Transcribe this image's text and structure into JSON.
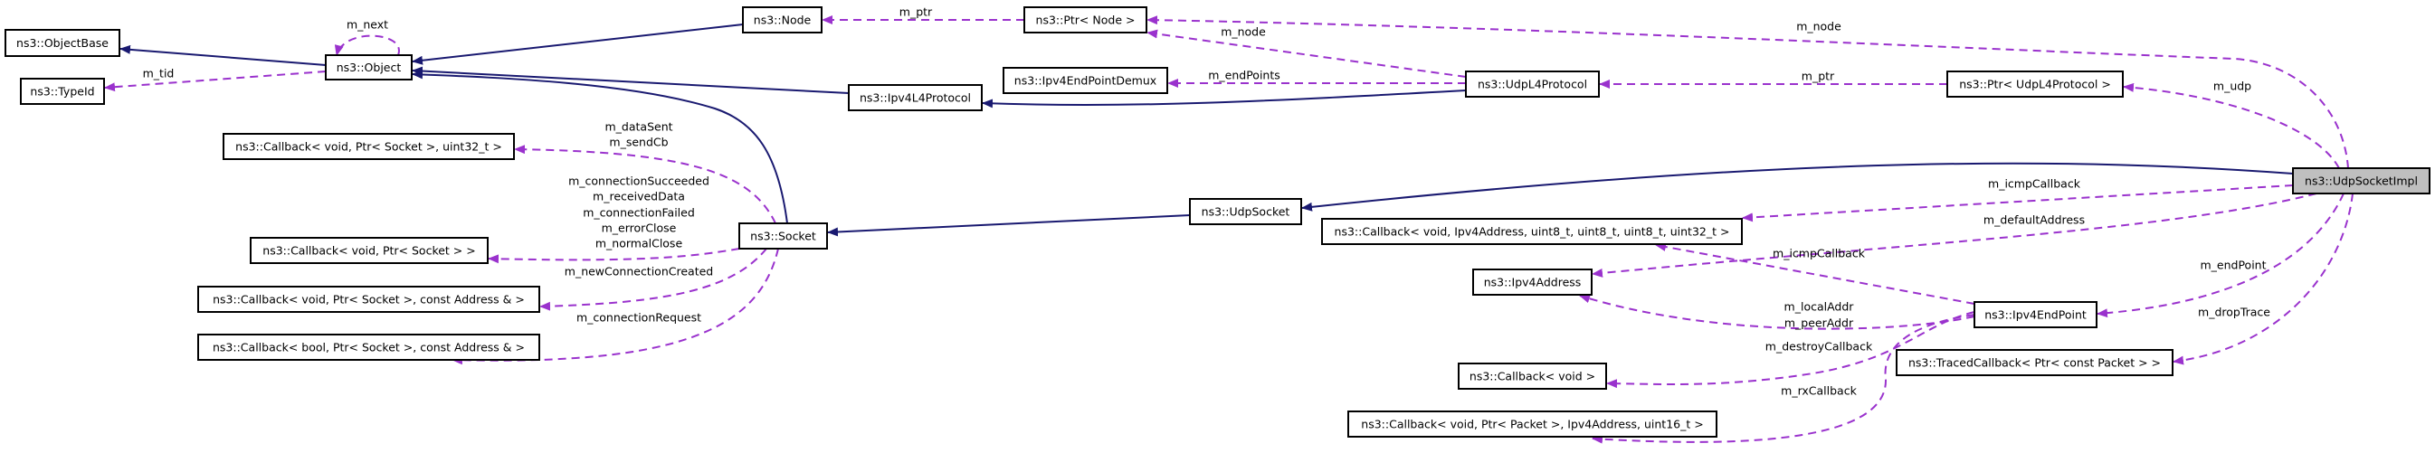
{
  "diagram": {
    "type": "collaboration-graph",
    "focus_node": "ns3::UdpSocketImpl",
    "colors": {
      "inheritance_edge": "#191970",
      "usage_edge": "#9a32cd",
      "focus_fill": "#bfbfbf",
      "node_fill": "#ffffff"
    },
    "nodes": {
      "object_base": "ns3::ObjectBase",
      "object": "ns3::Object",
      "type_id": "ns3::TypeId",
      "node": "ns3::Node",
      "ptr_node": "ns3::Ptr< Node >",
      "ipv4_l4_protocol": "ns3::Ipv4L4Protocol",
      "ipv4_end_point_demux": "ns3::Ipv4EndPointDemux",
      "udp_l4_protocol": "ns3::UdpL4Protocol",
      "ptr_udp_l4_protocol": "ns3::Ptr< UdpL4Protocol >",
      "udp_socket_impl": "ns3::UdpSocketImpl",
      "udp_socket": "ns3::UdpSocket",
      "socket": "ns3::Socket",
      "cb_void_socket_uint32": "ns3::Callback< void, Ptr< Socket >, uint32_t >",
      "cb_void_socket": "ns3::Callback< void, Ptr< Socket > >",
      "cb_void_socket_address": "ns3::Callback< void, Ptr< Socket >, const Address & >",
      "cb_bool_socket_address": "ns3::Callback< bool, Ptr< Socket >, const Address & >",
      "cb_icmp": "ns3::Callback< void, Ipv4Address, uint8_t, uint8_t, uint8_t, uint32_t >",
      "ipv4_address": "ns3::Ipv4Address",
      "ipv4_end_point": "ns3::Ipv4EndPoint",
      "cb_void": "ns3::Callback< void >",
      "cb_rx": "ns3::Callback< void, Ptr< Packet >, Ipv4Address, uint16_t >",
      "traced_callback": "ns3::TracedCallback< Ptr< const Packet > >"
    },
    "edge_labels": {
      "m_next": "m_next",
      "m_tid": "m_tid",
      "m_ptr_node": "m_ptr",
      "m_node_l4": "m_node",
      "m_end_points": "m_endPoints",
      "m_node_impl": "m_node",
      "m_ptr_udp": "m_ptr",
      "m_udp": "m_udp",
      "socket_uint32": [
        "m_dataSent",
        "m_sendCb"
      ],
      "socket_void": [
        "m_connectionSucceeded",
        "m_receivedData",
        "m_connectionFailed",
        "m_errorClose",
        "m_normalClose"
      ],
      "m_new_connection_created": "m_newConnectionCreated",
      "m_connection_request": "m_connectionRequest",
      "m_icmp_callback_impl": "m_icmpCallback",
      "m_default_address": "m_defaultAddress",
      "m_icmp_callback_ep": "m_icmpCallback",
      "ep_addr": [
        "m_localAddr",
        "m_peerAddr"
      ],
      "m_destroy_callback": "m_destroyCallback",
      "m_rx_callback": "m_rxCallback",
      "m_end_point": "m_endPoint",
      "m_drop_trace": "m_dropTrace"
    }
  }
}
